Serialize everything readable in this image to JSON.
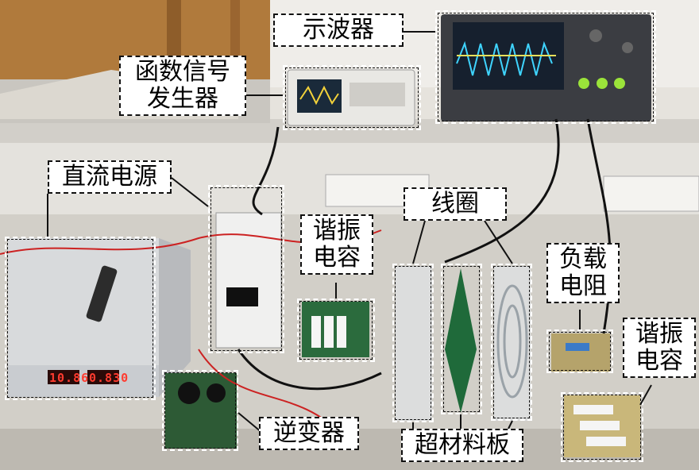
{
  "labels": {
    "oscilloscope": "示波器",
    "function_generator_line1": "函数信号",
    "function_generator_line2": "发生器",
    "dc_power_supply": "直流电源",
    "resonant_capacitor_left_line1": "谐振",
    "resonant_capacitor_left_line2": "电容",
    "coil": "线圈",
    "load_resistor_line1": "负载",
    "load_resistor_line2": "电阻",
    "resonant_capacitor_right_line1": "谐振",
    "resonant_capacitor_right_line2": "电容",
    "inverter": "逆变器",
    "metamaterial_board": "超材料板"
  },
  "readouts": {
    "supply_voltage": "10.86",
    "supply_current": "0.830"
  },
  "colors": {
    "label_bg": "#ffffff",
    "label_border": "#111111",
    "box_border": "#ffffff",
    "wall": "#e8e6e1",
    "desk": "#cfccc6"
  }
}
